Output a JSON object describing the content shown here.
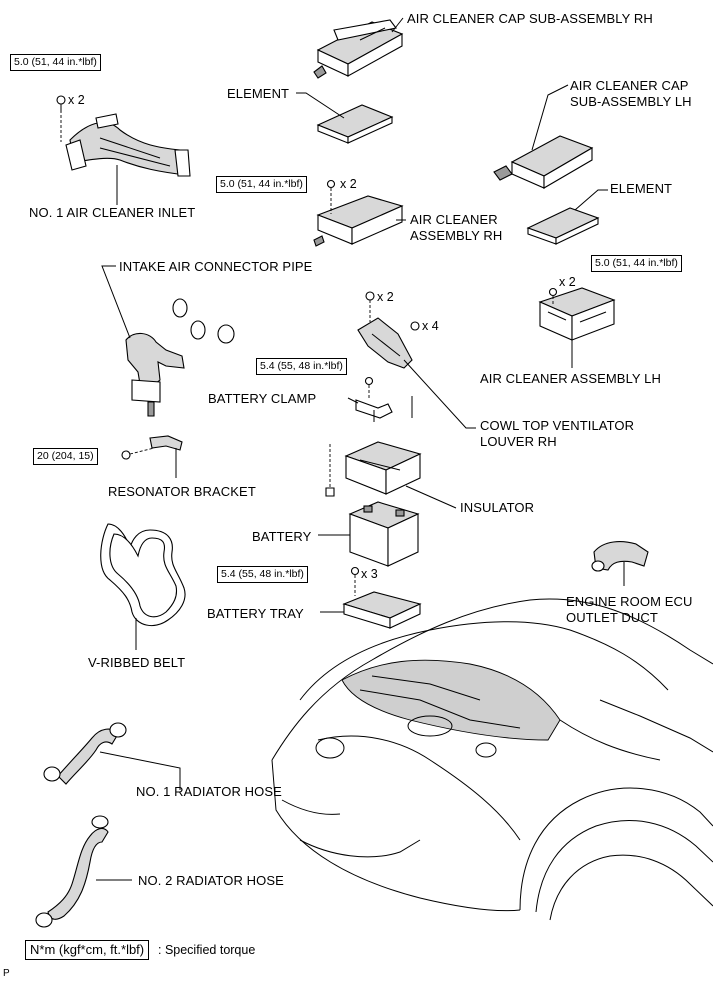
{
  "diagram": {
    "labels": {
      "air_cleaner_cap_rh": "AIR CLEANER CAP SUB-ASSEMBLY RH",
      "element_top": "ELEMENT",
      "air_cleaner_cap_lh_1": "AIR CLEANER CAP",
      "air_cleaner_cap_lh_2": "SUB-ASSEMBLY LH",
      "element_right": "ELEMENT",
      "no1_air_cleaner_inlet": "NO. 1 AIR CLEANER INLET",
      "air_cleaner_assembly_rh_1": "AIR CLEANER",
      "air_cleaner_assembly_rh_2": "ASSEMBLY RH",
      "intake_air_connector_pipe": "INTAKE AIR CONNECTOR PIPE",
      "air_cleaner_assembly_lh": "AIR CLEANER ASSEMBLY LH",
      "battery_clamp": "BATTERY CLAMP",
      "cowl_top_ventilator_1": "COWL TOP VENTILATOR",
      "cowl_top_ventilator_2": "LOUVER RH",
      "resonator_bracket": "RESONATOR BRACKET",
      "insulator": "INSULATOR",
      "battery": "BATTERY",
      "battery_tray": "BATTERY TRAY",
      "engine_room_ecu_1": "ENGINE ROOM ECU",
      "engine_room_ecu_2": "OUTLET DUCT",
      "v_ribbed_belt": "V-RIBBED BELT",
      "no1_radiator_hose": "NO. 1 RADIATOR HOSE",
      "no2_radiator_hose": "NO. 2 RADIATOR HOSE"
    },
    "torques": {
      "inlet": "5.0 (51, 44 in.*lbf)",
      "assembly_rh": "5.0 (51, 44 in.*lbf)",
      "assembly_lh": "5.0 (51, 44 in.*lbf)",
      "battery_clamp": "5.4 (55, 48 in.*lbf)",
      "resonator": "20 (204, 15)",
      "battery_tray": "5.4 (55, 48 in.*lbf)"
    },
    "quantities": {
      "inlet": "x 2",
      "assembly_rh": "x 2",
      "assembly_lh": "x 2",
      "cowl_top": "x 2",
      "cowl_side": "x 4",
      "battery_tray": "x 3"
    },
    "legend": {
      "unit": "N*m (kgf*cm, ft.*lbf)",
      "text": ": Specified torque"
    },
    "code": "P"
  }
}
